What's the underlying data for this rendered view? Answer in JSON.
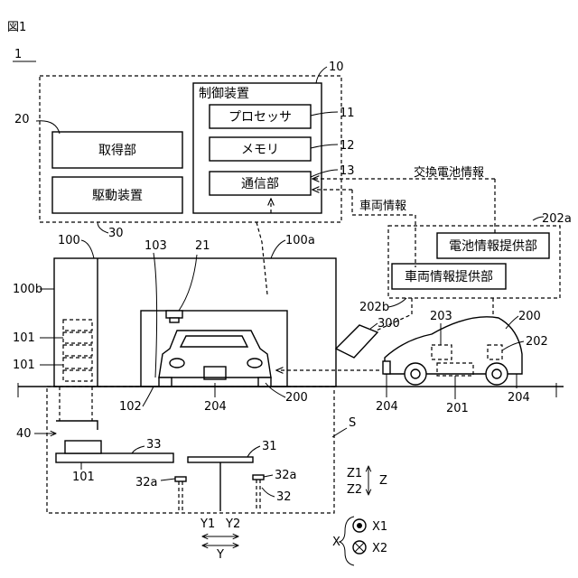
{
  "figure": {
    "title": "図1",
    "system_ref": "1"
  },
  "controller": {
    "ref": "10",
    "label": "制御装置",
    "processor_label": "プロセッサ",
    "processor_ref": "11",
    "memory_label": "メモリ",
    "memory_ref": "12",
    "comm_label": "通信部",
    "comm_ref": "13"
  },
  "units": {
    "group_ref": "20",
    "acquisition_label": "取得部",
    "drive_label": "駆動装置",
    "drive_ref": "30"
  },
  "station": {
    "ref": "100",
    "ref_a": "100a",
    "ref_b": "100b",
    "gate_ref": "103",
    "camera_ref": "21",
    "floor_ref": "102",
    "battery_slot_ref_1": "101",
    "battery_slot_ref_2": "101",
    "battery_ref_low": "101",
    "underground_ref": "S",
    "transfer_ref": "40",
    "rail_ref": "33",
    "lift_ref": "31",
    "support_ref": "32",
    "support_ref_a_left": "32a",
    "support_ref_a_right": "32a"
  },
  "vehicle_in_bay": {
    "battery_ref": "204",
    "ref": "200"
  },
  "vehicle": {
    "ref": "200",
    "ref_202": "202",
    "ref_203": "203",
    "ref_201": "201",
    "wheel_ref_front": "204",
    "wheel_ref_rear": "204"
  },
  "info_providers": {
    "group_ref": "202a",
    "battery_info_provider": "電池情報提供部",
    "vehicle_info_provider": "車両情報提供部",
    "provider_ref": "202b",
    "exchange_battery_info": "交換電池情報",
    "vehicle_info": "車両情報"
  },
  "phone": {
    "ref": "300"
  },
  "axes": {
    "z_up": "Z1",
    "z_down": "Z2",
    "z": "Z",
    "y1": "Y1",
    "y2": "Y2",
    "y": "Y",
    "x": "X",
    "x1": "X1",
    "x2": "X2"
  }
}
